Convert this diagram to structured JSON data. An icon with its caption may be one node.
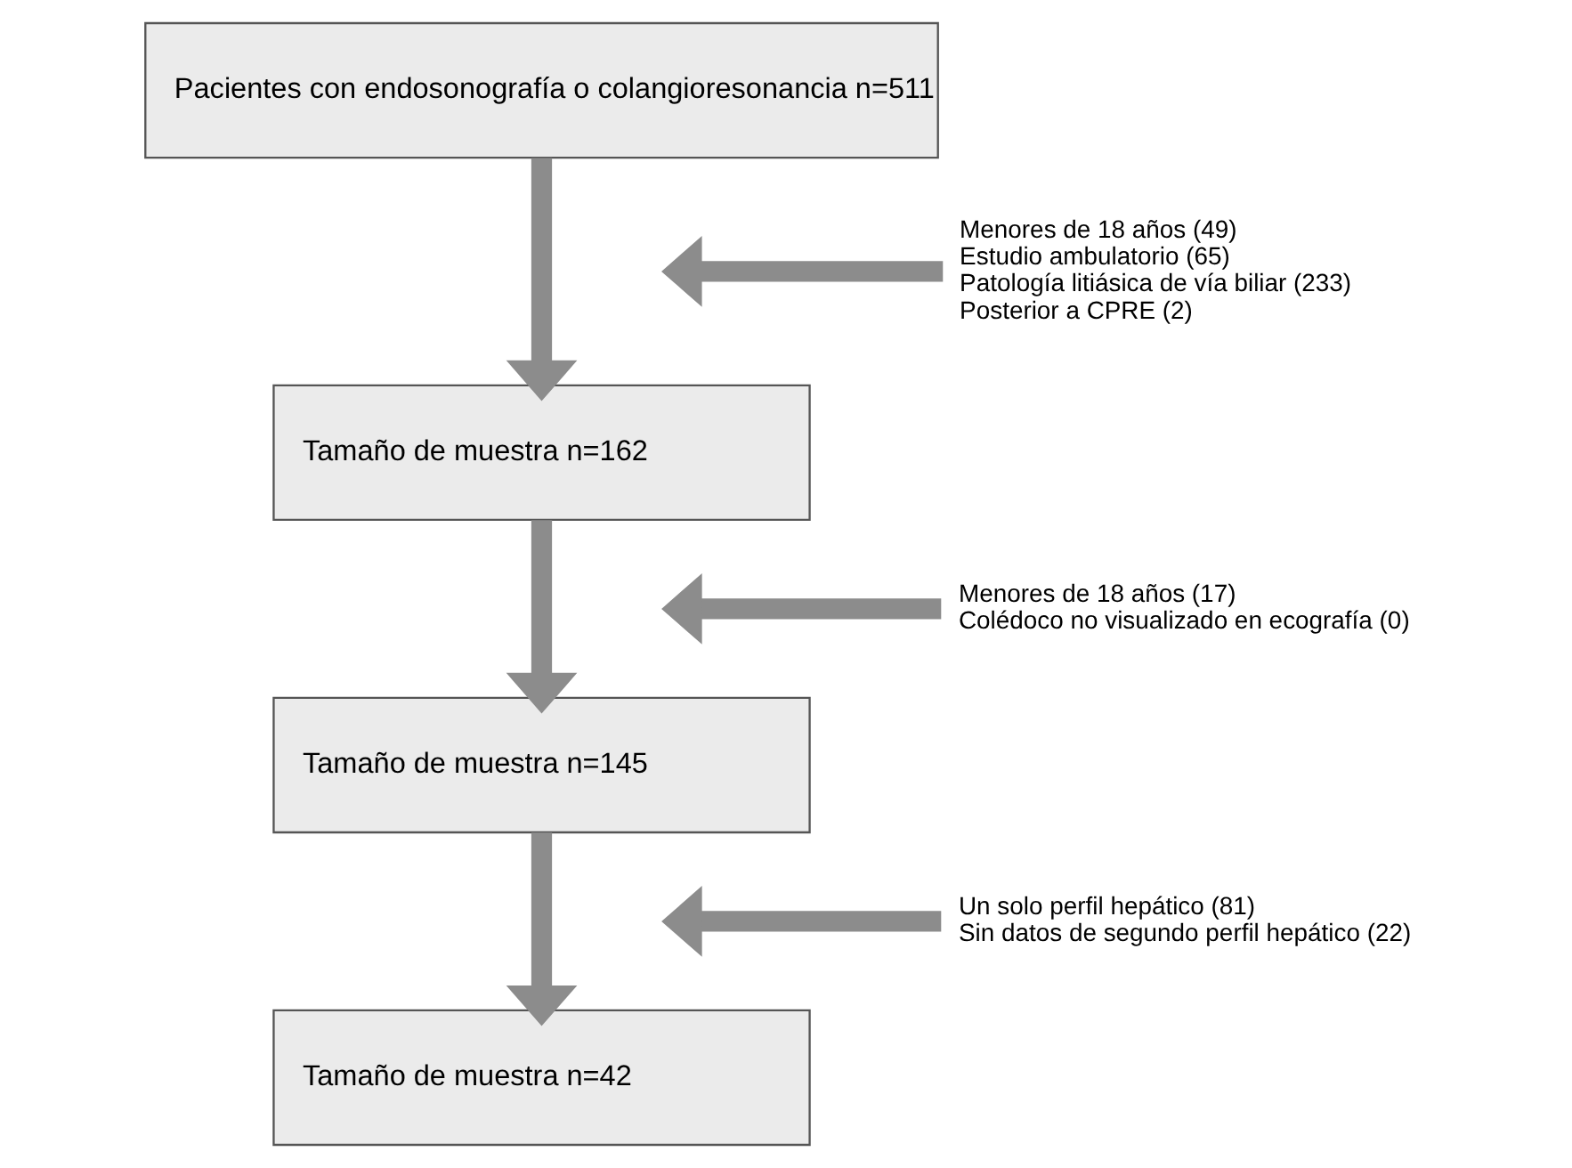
{
  "diagram": {
    "nodes": [
      {
        "text": [
          "Pacientes con endosonografía o colangioresonancia n=511"
        ]
      },
      {
        "text": [
          "Tamaño de muestra n=162"
        ]
      },
      {
        "text": [
          "Tamaño de muestra n=145"
        ]
      },
      {
        "text": [
          "Tamaño de muestra n=42"
        ]
      },
      {
        "text": [
          "Menores de 18 años (49)",
          "Estudio ambulatorio (65)",
          "Patología litiásica de vía biliar (233)",
          "Posterior a CPRE (2)"
        ]
      },
      {
        "text": [
          "Menores de 18 años (17)",
          "Colédoco no visualizado en ecografía (0)"
        ]
      },
      {
        "text": [
          "Un solo perfil hepático (81)",
          "Sin datos de segundo perfil hepático (22)"
        ]
      }
    ],
    "edges": [
      {
        "from": 0,
        "to": 1,
        "arrow": "to"
      },
      {
        "from": 4,
        "to": null,
        "arrow": "to"
      },
      {
        "from": 1,
        "to": 2,
        "arrow": "to"
      },
      {
        "from": 5,
        "to": null,
        "arrow": "to"
      },
      {
        "from": 2,
        "to": 3,
        "arrow": "to"
      },
      {
        "from": 6,
        "to": null,
        "arrow": "to"
      }
    ]
  }
}
